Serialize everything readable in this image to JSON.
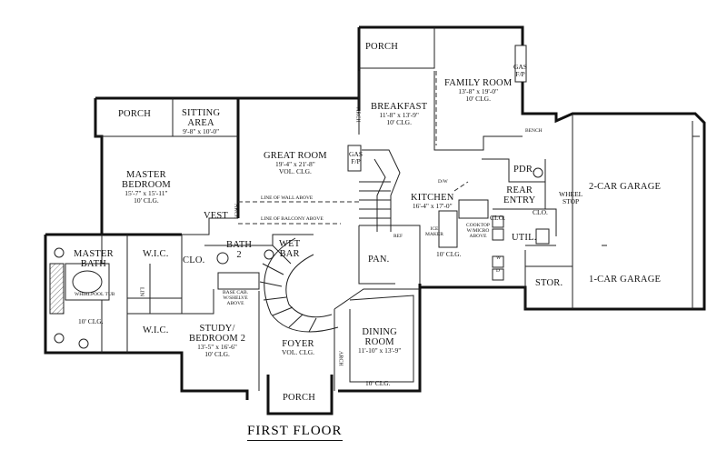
{
  "floor_title": "FIRST FLOOR",
  "rooms": {
    "porch_top": {
      "name": "PORCH"
    },
    "porch_left": {
      "name": "PORCH"
    },
    "sitting": {
      "name": "SITTING AREA",
      "name1": "SITTING",
      "name2": "AREA",
      "dims": "9'-8\" x 10'-0\""
    },
    "family": {
      "name": "FAMILY ROOM",
      "dims": "13'-8\" x 19'-0\"",
      "clg": "10' CLG."
    },
    "breakfast": {
      "name": "BREAKFAST",
      "dims": "11'-8\" x 13'-9\"",
      "clg": "10' CLG."
    },
    "great": {
      "name": "GREAT ROOM",
      "dims": "19'-4\" x 21'-8\"",
      "clg": "VOL. CLG."
    },
    "master_bed": {
      "name1": "MASTER",
      "name2": "BEDROOM",
      "dims": "15'-7\" x 15'-11\"",
      "clg": "10' CLG."
    },
    "kitchen": {
      "name": "KITCHEN",
      "dims": "16'-4\" x 17'-0\"",
      "clg": "10' CLG."
    },
    "pdr": {
      "name": "PDR."
    },
    "rear_entry": {
      "name1": "REAR",
      "name2": "ENTRY"
    },
    "garage2": {
      "name": "2-CAR GARAGE"
    },
    "garage1": {
      "name": "1-CAR GARAGE"
    },
    "stor": {
      "name": "STOR."
    },
    "util": {
      "name": "UTIL."
    },
    "vest": {
      "name": "VEST"
    },
    "master_bath": {
      "name1": "MASTER",
      "name2": "BATH",
      "clg": "10' CLG."
    },
    "wic1": {
      "name": "W.I.C."
    },
    "wic2": {
      "name": "W.I.C."
    },
    "clo_left": {
      "name": "CLO."
    },
    "bath2": {
      "name1": "BATH",
      "name2": "2"
    },
    "wet_bar": {
      "name1": "WET",
      "name2": "BAR"
    },
    "pan": {
      "name": "PAN."
    },
    "study": {
      "name1": "STUDY/",
      "name2": "BEDROOM 2",
      "dims": "13'-5\" x 16'-6\"",
      "clg": "10' CLG."
    },
    "foyer": {
      "name": "FOYER",
      "clg": "VOL. CLG."
    },
    "dining": {
      "name1": "DINING",
      "name2": "ROOM",
      "dims": "11'-10\" x 13'-9\"",
      "clg": "10' CLG."
    },
    "porch_front": {
      "name": "PORCH"
    },
    "clo_k1": {
      "name": "CLO."
    },
    "clo_k2": {
      "name": "CLO."
    }
  },
  "notes": {
    "gas_fp_family1": "GAS",
    "gas_fp_family2": "F/P",
    "gas_fp_great1": "GAS",
    "gas_fp_great2": "F/P",
    "wall_above": "LINE OF WALL ABOVE",
    "balcony_above": "LINE OF BALCONY ABOVE",
    "wheel_stop1": "WHEEL",
    "wheel_stop2": "STOP",
    "bench": "BENCH",
    "dw": "D/W",
    "ice_maker1": "ICE",
    "ice_maker2": "MAKER",
    "cooktop": "COOKTOP W/MICRO ABOVE",
    "whirlpool": "WHIRLPOOL TUB",
    "bath_cab": "BASE CAB. W/SHELVE ABOVE",
    "arch": "ARCH",
    "lin": "LIN",
    "ref": "REF",
    "dryer": "D",
    "washer": "W"
  }
}
